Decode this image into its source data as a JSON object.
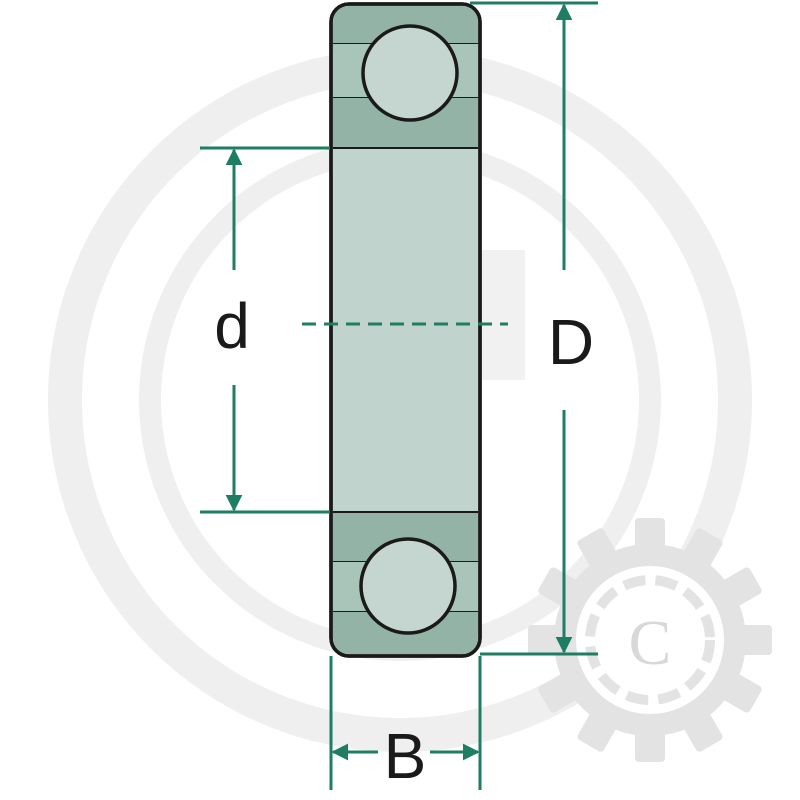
{
  "diagram": {
    "labels": {
      "inner_diameter": "d",
      "outer_diameter": "D",
      "width": "B"
    },
    "logo_letter": "C",
    "colors": {
      "dimension_line": "#1e7d62",
      "ring_face": "#c0d3cc",
      "ring_shade": "#93b3a6",
      "race_light": "#a9c4b9",
      "ball": "#c4d6cf",
      "outline": "#1a1a1a",
      "watermark": "#ececec"
    }
  }
}
